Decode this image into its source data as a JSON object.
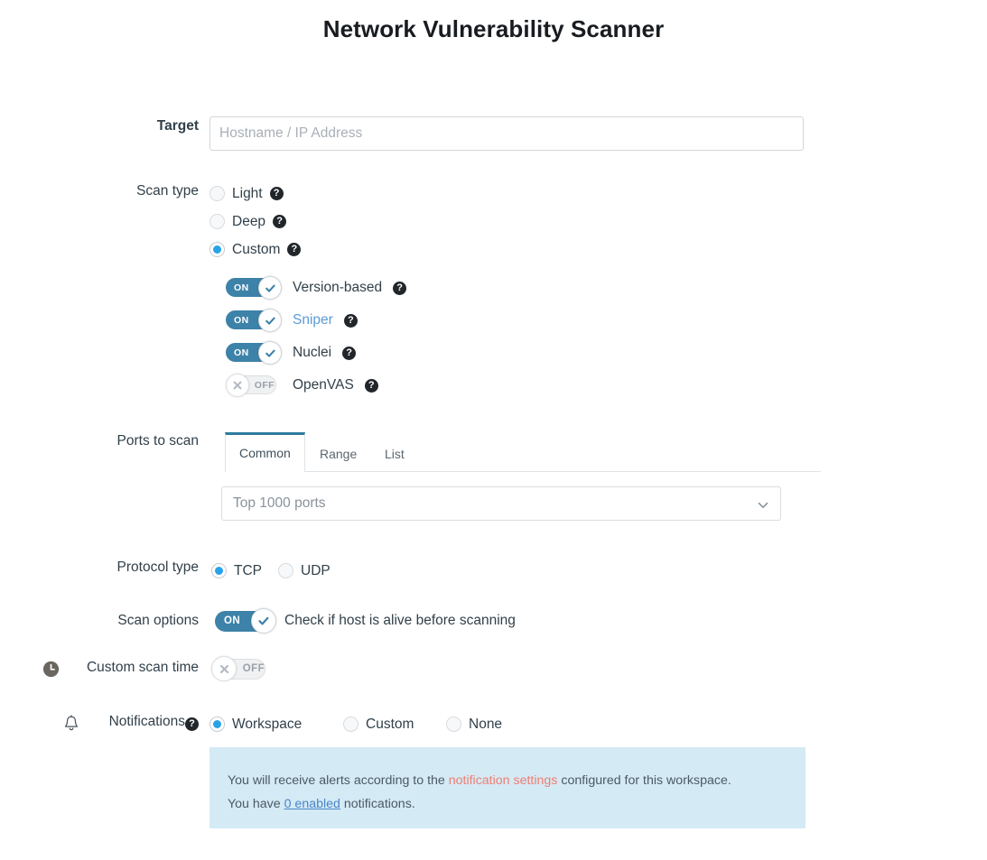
{
  "page": {
    "title": "Network Vulnerability Scanner"
  },
  "target": {
    "label": "Target",
    "placeholder": "Hostname / IP Address",
    "value": ""
  },
  "scan_type": {
    "label": "Scan type",
    "options": [
      {
        "label": "Light",
        "selected": false,
        "help": "help-icon"
      },
      {
        "label": "Deep",
        "selected": false,
        "help": "help-icon"
      },
      {
        "label": "Custom",
        "selected": true,
        "help": "help-icon"
      }
    ]
  },
  "custom_options": [
    {
      "name": "Version-based",
      "state": "ON",
      "on": true,
      "link": false
    },
    {
      "name": "Sniper",
      "state": "ON",
      "on": true,
      "link": true
    },
    {
      "name": "Nuclei",
      "state": "ON",
      "on": true,
      "link": false
    },
    {
      "name": "OpenVAS",
      "state": "OFF",
      "on": false,
      "link": false
    }
  ],
  "ports": {
    "label": "Ports to scan",
    "tabs": [
      {
        "label": "Common",
        "active": true
      },
      {
        "label": "Range",
        "active": false
      },
      {
        "label": "List",
        "active": false
      }
    ],
    "select": {
      "value": "Top 1000 ports",
      "chevron": "chevron-down-icon"
    }
  },
  "protocol": {
    "label": "Protocol type",
    "options": [
      {
        "label": "TCP",
        "selected": true
      },
      {
        "label": "UDP",
        "selected": false
      }
    ]
  },
  "scan_options": {
    "label": "Scan options",
    "toggle_state": "ON",
    "on": true,
    "text": "Check if host is alive before scanning"
  },
  "custom_scan_time": {
    "icon": "clock-icon",
    "label": "Custom scan time",
    "toggle_state": "OFF",
    "on": false
  },
  "notifications": {
    "icon": "bell-icon",
    "label": "Notifications",
    "help": "help-icon",
    "options": [
      {
        "label": "Workspace",
        "selected": true
      },
      {
        "label": "Custom",
        "selected": false
      },
      {
        "label": "None",
        "selected": false
      }
    ]
  },
  "info_box": {
    "line1_pre": "You will receive alerts according to the ",
    "line1_link": "notification settings",
    "line1_post": " configured for this workspace.",
    "line2_pre": "You have ",
    "line2_link": "0 enabled",
    "line2_post": " notifications."
  },
  "colors": {
    "accent_blue": "#29a3e8",
    "toggle_blue": "#3d82a8",
    "tab_active_border": "#2e7a9e",
    "link_blue": "#5b9bd5",
    "info_bg": "#d4eaf5",
    "salmon": "#ef7f72"
  }
}
